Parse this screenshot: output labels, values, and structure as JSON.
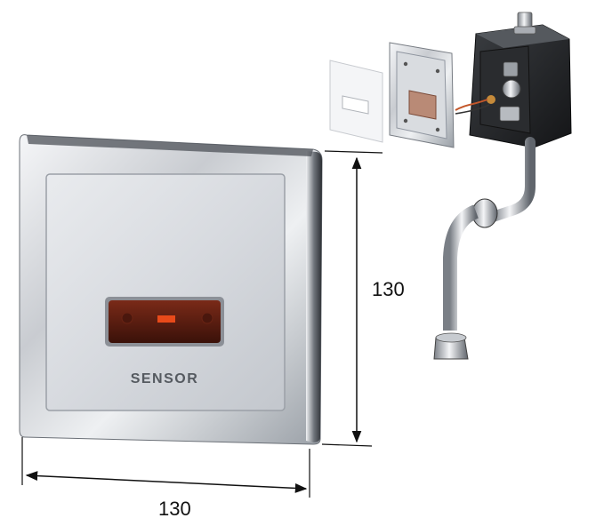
{
  "product": {
    "label_text": "SENSOR"
  },
  "dimensions": {
    "width": "130",
    "height": "130"
  },
  "colors": {
    "chrome_light": "#f2f3f5",
    "chrome_dark": "#8a8f96",
    "sensor_window": "#5a1d12",
    "sensor_glow": "#e84a1a",
    "dimension_lines": "#111111"
  },
  "icons": {
    "exploded_view": "valve-assembly-exploded"
  }
}
